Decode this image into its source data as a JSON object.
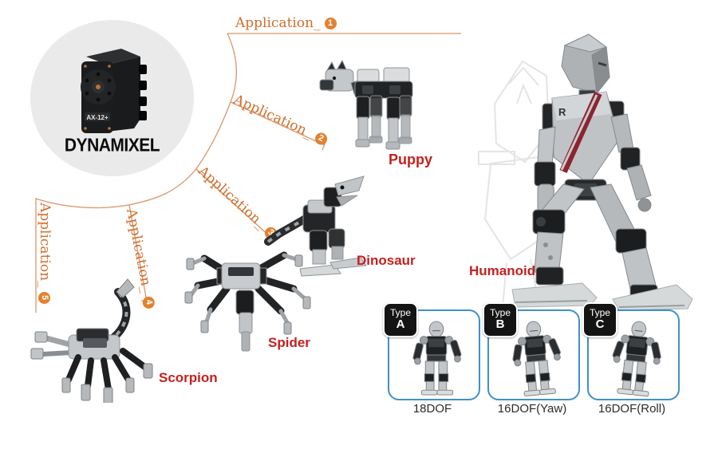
{
  "brand": {
    "logo": "DYNAMIXEL",
    "servo_model": "AX-12+",
    "chest_mark": "R"
  },
  "applications": [
    {
      "label": "Application_",
      "number": "1"
    },
    {
      "label": "Application_",
      "number": "2"
    },
    {
      "label": "Application_",
      "number": "3"
    },
    {
      "label": "Application_",
      "number": "4"
    },
    {
      "label": "Application_",
      "number": "5"
    }
  ],
  "robot_labels": {
    "puppy": "Puppy",
    "dinosaur": "Dinosaur",
    "spider": "Spider",
    "scorpion": "Scorpion",
    "humanoid": "Humanoid"
  },
  "humanoid_types": [
    {
      "type_word": "Type",
      "type_letter": "A",
      "dof": "18DOF"
    },
    {
      "type_word": "Type",
      "type_letter": "B",
      "dof": "16DOF(Yaw)"
    },
    {
      "type_word": "Type",
      "type_letter": "C",
      "dof": "16DOF(Roll)"
    }
  ],
  "colors": {
    "orange_text": "#D06E2C",
    "orange_line": "#DB9468",
    "orange_badge": "#E2812F",
    "label_red": "#C5201F",
    "box_border_blue": "#4191C6",
    "type_badge_bg": "#141414",
    "hub_circle_gray": "#EAEAEA"
  }
}
